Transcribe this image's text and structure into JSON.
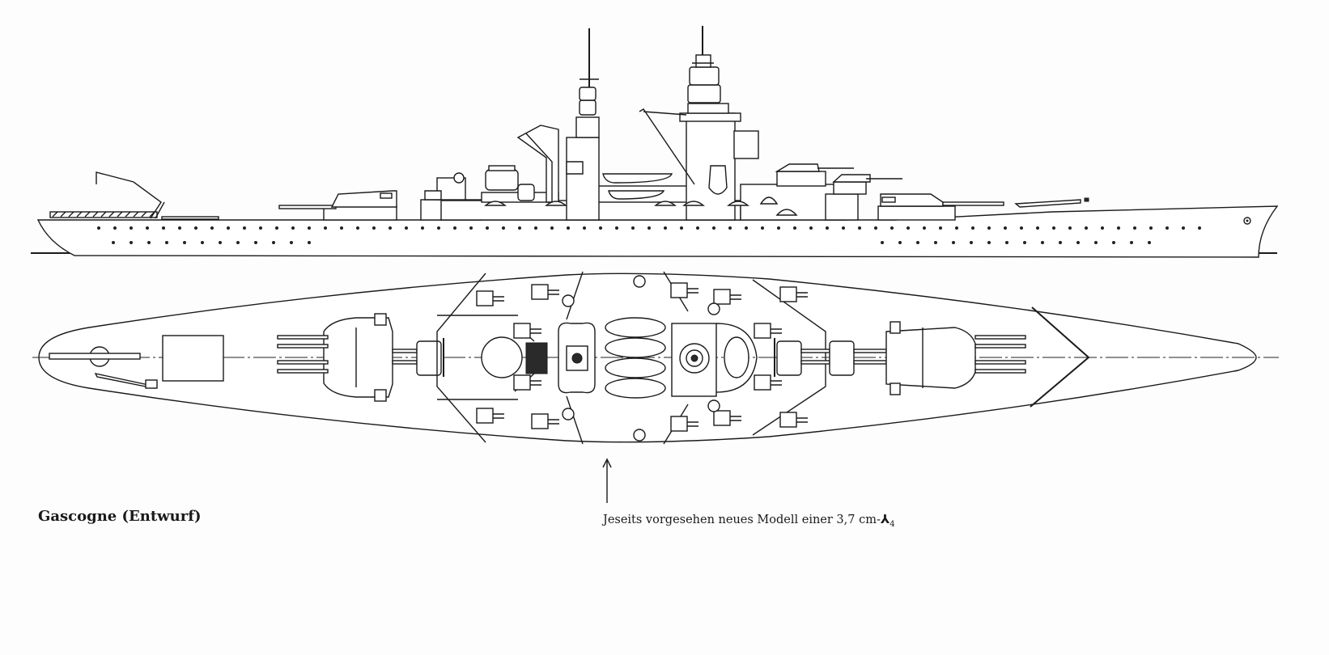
{
  "drawing": {
    "title": "Gascogne (Entwurf)",
    "views": [
      "side-elevation",
      "top-plan"
    ],
    "annotation": {
      "text": "Jeseits vorgesehen neues Modell einer 3,7 cm-",
      "symbol": "⅄",
      "symbol_subscript": "4",
      "pointer": "arrow pointing up to amidships plan view"
    },
    "colors": {
      "paper": "#fdfdfd",
      "ink": "#1a1a1a"
    }
  }
}
